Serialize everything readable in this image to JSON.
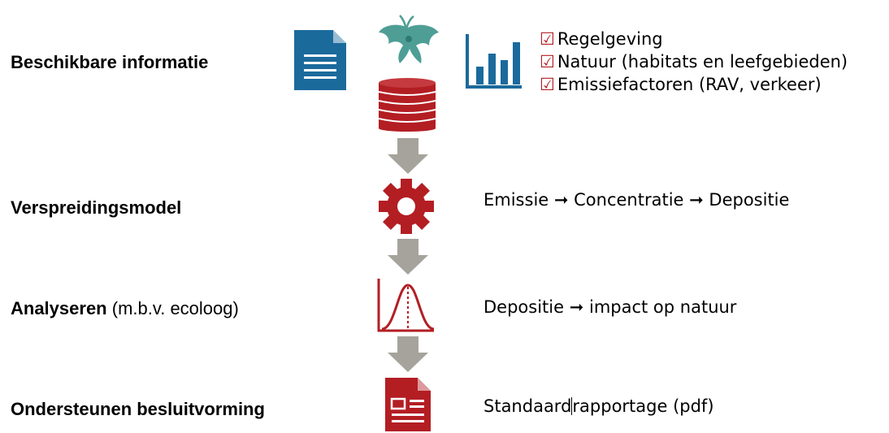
{
  "steps": [
    {
      "label": "Beschikbare informatie",
      "suffix": ""
    },
    {
      "label": "Verspreidingsmodel",
      "suffix": ""
    },
    {
      "label": "Analyseren",
      "suffix": " (m.b.v. ecoloog)"
    },
    {
      "label": "Ondersteunen besluitvorming",
      "suffix": ""
    }
  ],
  "info_checklist": [
    {
      "box": "☑",
      "text": "Regelgeving"
    },
    {
      "box": "☑",
      "text": "Natuur (habitats en leefgebieden)"
    },
    {
      "box": "☑",
      "text": "Emissiefactoren (RAV, verkeer)"
    }
  ],
  "model_desc": "Emissie ➞ Concentratie ➞ Depositie",
  "analysis_desc": "Depositie ➞ impact op natuur",
  "report_desc_a": "Standaard",
  "report_desc_b": "rapportage (pdf)",
  "icons": {
    "document": "document-icon",
    "plant": "plant-icon",
    "bar_chart": "bar-chart-icon",
    "database": "database-icon",
    "gear": "gear-icon",
    "distribution": "distribution-curve-icon",
    "report": "report-icon",
    "arrow": "down-arrow-icon"
  },
  "colors": {
    "blue": "#1b6a9c",
    "red": "#b31e23",
    "teal": "#4e9e96",
    "arrow": "#a6a39c"
  }
}
